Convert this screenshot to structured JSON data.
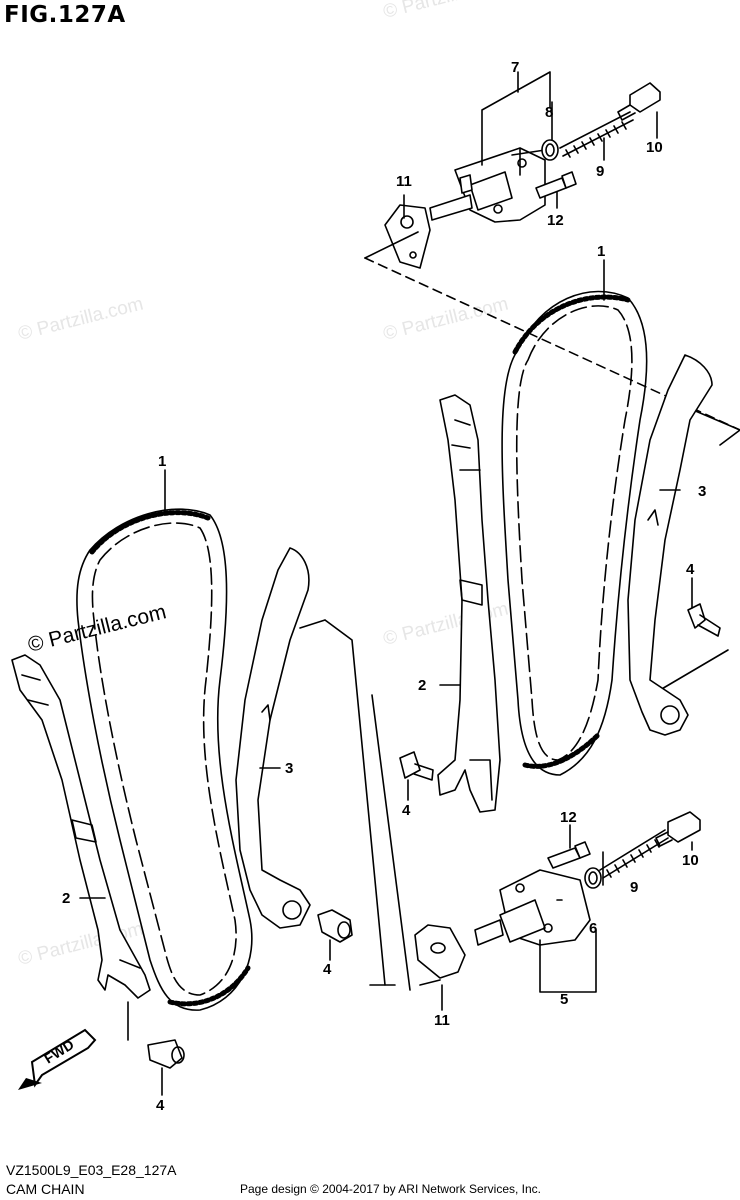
{
  "figure": {
    "title": "FIG.127A",
    "code": "VZ1500L9_E03_E28_127A",
    "name": "CAM CHAIN",
    "credit": "Page design © 2004-2017 by ARI Network Services, Inc."
  },
  "watermark": {
    "text": "© Partzilla.com",
    "visible_text": "© Partzilla.com"
  },
  "fwd_label": "FWD",
  "callouts": [
    "1",
    "2",
    "3",
    "4",
    "5",
    "6",
    "7",
    "8",
    "9",
    "10",
    "11",
    "12"
  ],
  "parts_legend_numbers": {
    "chain": "1",
    "guide": "2",
    "tensioner_arm": "3",
    "bolt": "4",
    "tensioner_assy_front": "5",
    "gasket_washer": "6",
    "tensioner_assy_rear": "7",
    "washer": "8",
    "spring": "9",
    "cap_bolt": "10",
    "gasket": "11",
    "mount_bolt": "12"
  }
}
